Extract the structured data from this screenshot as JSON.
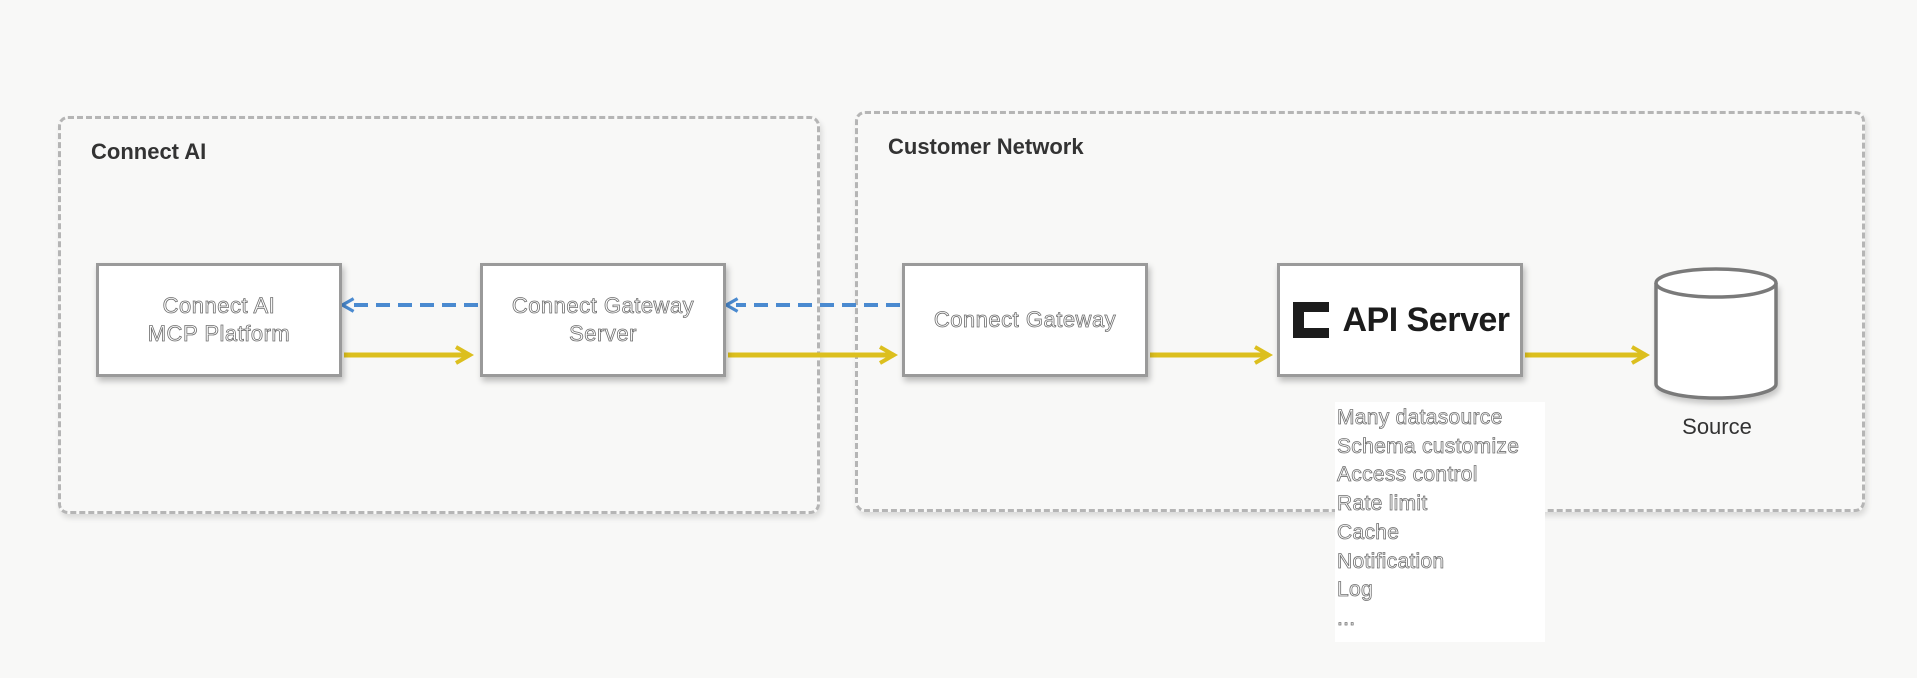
{
  "groups": {
    "connect_ai": {
      "title": "Connect AI"
    },
    "customer_network": {
      "title": "Customer Network"
    }
  },
  "nodes": {
    "mcp_platform": {
      "label": "Connect AI\nMCP Platform"
    },
    "gateway_server": {
      "label": "Connect Gateway\nServer"
    },
    "gateway": {
      "label": "Connect Gateway"
    },
    "api_server": {
      "label": "API Server"
    },
    "source": {
      "label": "Source"
    }
  },
  "features": [
    "Many datasource",
    "Schema customize",
    "Access control",
    "Rate limit",
    "Cache",
    "Notification",
    "Log",
    "..."
  ],
  "colors": {
    "request_arrow": "#dcbf1e",
    "response_arrow": "#4a8ad0",
    "border": "#9a9a9a"
  }
}
